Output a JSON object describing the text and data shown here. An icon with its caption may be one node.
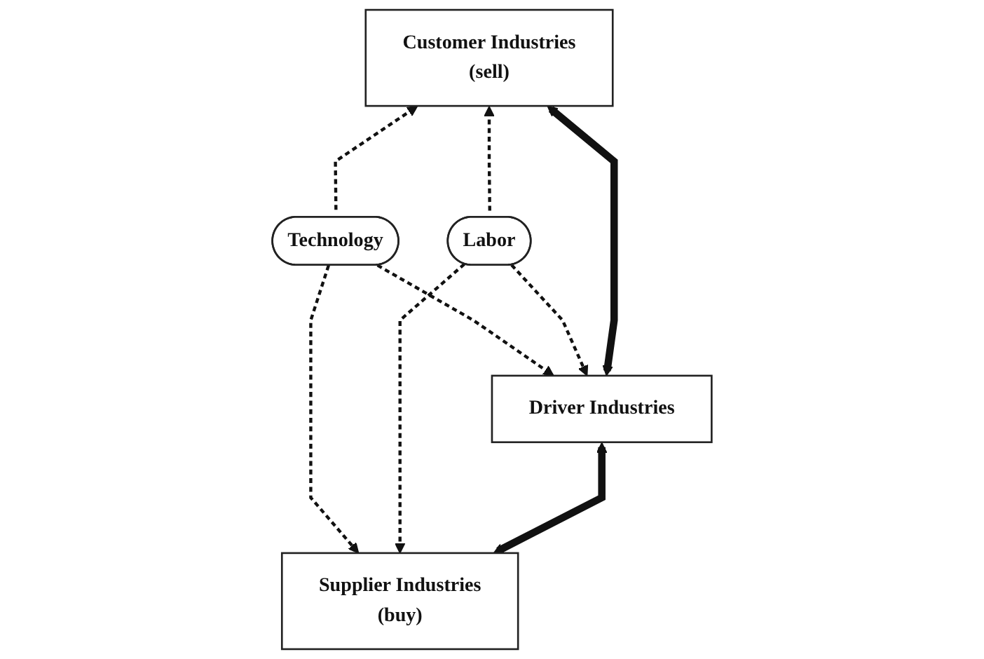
{
  "diagram": {
    "nodes": [
      {
        "text": [
          "Customer Industries",
          "(sell)"
        ]
      },
      {
        "text": [
          "Technology"
        ]
      },
      {
        "text": [
          "Driver Industries"
        ]
      },
      {
        "text": [
          "Labor"
        ]
      },
      {
        "text": [
          "Supplier Industries",
          "(buy)"
        ]
      }
    ],
    "edges": [
      {
        "from": 1,
        "to": 0,
        "arrow": "to",
        "style": "dashed"
      },
      {
        "from": 1,
        "to": 2,
        "arrow": "to",
        "style": "dashed"
      },
      {
        "from": 1,
        "to": 4,
        "arrow": "to",
        "style": "dashed"
      },
      {
        "from": 3,
        "to": 0,
        "arrow": "to",
        "style": "dashed"
      },
      {
        "from": 3,
        "to": 2,
        "arrow": "to",
        "style": "dashed"
      },
      {
        "from": 3,
        "to": 4,
        "arrow": "to",
        "style": "dashed"
      },
      {
        "from": 0,
        "to": 2,
        "arrow": "both",
        "style": "thick"
      },
      {
        "from": 2,
        "to": 4,
        "arrow": "both",
        "style": "thick"
      }
    ]
  }
}
